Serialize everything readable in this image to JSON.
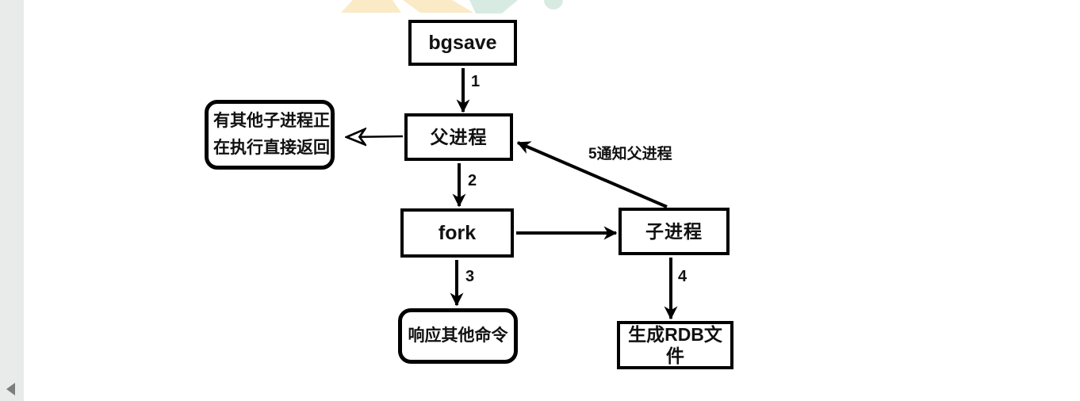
{
  "page": {
    "background": "#ffffff",
    "gutter_color": "#e9eaea",
    "gutter_arrow_color": "#7d7d7d"
  },
  "icons": {
    "back_triangle": "left-pointing-triangle"
  },
  "watermark": {
    "yellow": "#faeac6",
    "teal": "#d7ebe2"
  },
  "flowchart": {
    "line_color": "#000000",
    "nodes": {
      "bgsave": {
        "label": "bgsave"
      },
      "parent": {
        "label": "父进程"
      },
      "busy": {
        "line1": "有其他子进程正",
        "line2": "在执行直接返回"
      },
      "fork": {
        "label": "fork"
      },
      "child": {
        "label": "子进程"
      },
      "respond": {
        "label": "响应其他命令"
      },
      "rdb": {
        "label": "生成RDB文件"
      }
    },
    "edges": {
      "step1": {
        "label": "1"
      },
      "step2": {
        "label": "2"
      },
      "step3": {
        "label": "3"
      },
      "step4": {
        "label": "4"
      },
      "step5": {
        "label": "5通知父进程"
      }
    }
  }
}
